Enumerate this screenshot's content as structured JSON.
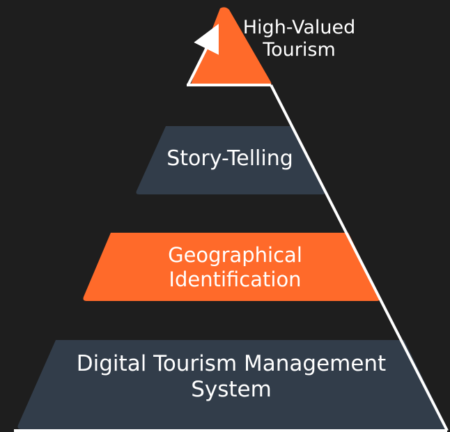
{
  "colors": {
    "background": "#1e1e1e",
    "orange": "#ff6a2a",
    "slate": "#323d4a",
    "line": "#ffffff",
    "text": "#ffffff"
  },
  "levels": [
    {
      "text": "High-Valued\nTourism",
      "color": "orange"
    },
    {
      "text": "Story-Telling",
      "color": "slate"
    },
    {
      "text": "Geographical\nIdentification",
      "color": "orange"
    },
    {
      "text": "Digital Tourism Management\nSystem",
      "color": "slate"
    }
  ]
}
